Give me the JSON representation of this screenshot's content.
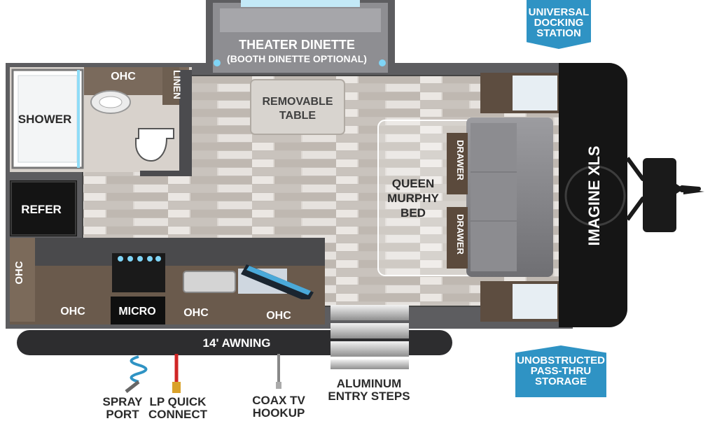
{
  "floorplan": {
    "brand_logo": "IMAGINE XLS",
    "theater_dinette": "THEATER DINETTE",
    "booth_optional": "(BOOTH DINETTE OPTIONAL)",
    "removable_table_1": "REMOVABLE",
    "removable_table_2": "TABLE",
    "shower": "SHOWER",
    "ohc_top": "OHC",
    "linen": "LINEN",
    "refer": "REFER",
    "ohc_left": "OHC",
    "ohc_bottom_1": "OHC",
    "micro": "MICRO",
    "ohc_bottom_2": "OHC",
    "ohc_bottom_3": "OHC",
    "murphy_1": "QUEEN",
    "murphy_2": "MURPHY",
    "murphy_3": "BED",
    "drawer_1": "DRAWER",
    "drawer_2": "DRAWER",
    "awning": "14' AWNING"
  },
  "callouts": {
    "docking_1": "UNIVERSAL",
    "docking_2": "DOCKING",
    "docking_3": "STATION",
    "storage_1": "UNOBSTRUCTED",
    "storage_2": "PASS-THRU",
    "storage_3": "STORAGE",
    "spray_1": "SPRAY",
    "spray_2": "PORT",
    "lp_1": "LP QUICK",
    "lp_2": "CONNECT",
    "coax_1": "COAX TV",
    "coax_2": "HOOKUP",
    "steps_1": "ALUMINUM",
    "steps_2": "ENTRY STEPS"
  },
  "colors": {
    "callout_blue": "#2f93c4",
    "wall": "#5d5d60",
    "floor": "#d9d4cf",
    "cabinet": "#8a7a6a",
    "black": "#141414",
    "accent_blue": "#7fd4f5"
  },
  "icons": [
    "spray-hose-icon",
    "lp-connect-icon",
    "coax-cable-icon",
    "hitch-icon"
  ]
}
